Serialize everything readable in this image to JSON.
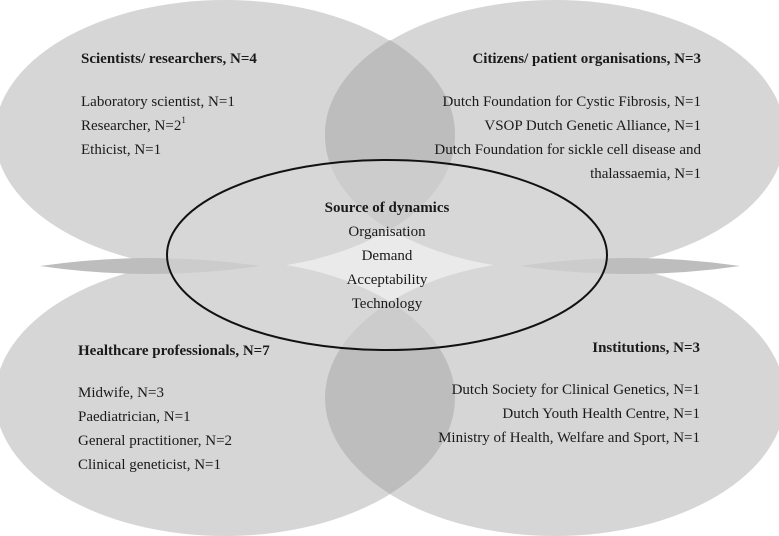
{
  "groups": {
    "scientists": {
      "title": "Scientists/ researchers, N=4",
      "items": [
        "Laboratory scientist, N=1",
        "Researcher, N=2",
        "Ethicist, N=1"
      ],
      "footnote_mark": "1"
    },
    "citizens": {
      "title": "Citizens/ patient organisations, N=3",
      "items": [
        "Dutch Foundation for Cystic Fibrosis, N=1",
        "VSOP Dutch Genetic Alliance, N=1",
        "Dutch Foundation for sickle cell disease and",
        "thalassaemia, N=1"
      ]
    },
    "healthcare": {
      "title": "Healthcare professionals, N=7",
      "items": [
        "Midwife, N=3",
        "Paediatrician, N=1",
        "General practitioner, N=2",
        "Clinical geneticist, N=1"
      ]
    },
    "institutions": {
      "title": "Institutions, N=3",
      "items": [
        "Dutch Society for Clinical Genetics, N=1",
        "Dutch Youth Health Centre, N=1",
        "Ministry of Health, Welfare and Sport, N=1"
      ]
    }
  },
  "center": {
    "title": "Source of dynamics",
    "items": [
      "Organisation",
      "Demand",
      "Acceptability",
      "Technology"
    ]
  },
  "colors": {
    "ellipse_fill": "#c8c8c8",
    "ellipse_opacity": "0.85",
    "center_stroke": "#111111",
    "text": "#1a1a1a"
  }
}
